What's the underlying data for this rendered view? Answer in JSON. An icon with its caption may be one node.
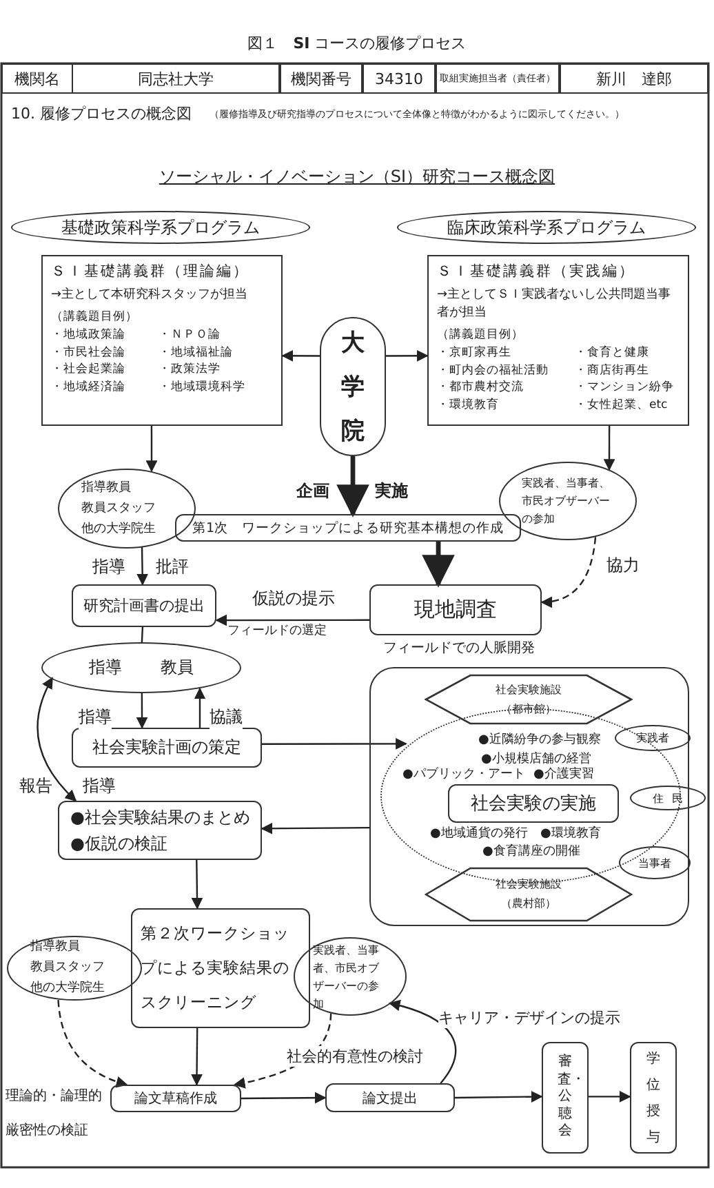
{
  "diagram": {
    "title": "図１　**SI** コースの履修プロセス",
    "nodes": [
      {
        "text": [
          "基礎政策科学系プログラム"
        ]
      },
      {
        "text": [
          "臨床政策科学系プログラム"
        ]
      },
      {
        "text": [
          "ＳＩ基礎講義群（理論編）",
          "→主として本研究科スタッフが担当",
          "（講義題目例）",
          "・地域政策論",
          "・ＮＰＯ論",
          "・市民社会論",
          "・地域福祉論",
          "・社会起業論",
          "・政策法学",
          "・地域経済論",
          "・地域環境科学"
        ]
      },
      {
        "text": [
          "ＳＩ基礎講義群（実践編）",
          "→主としてＳＩ実践者ないし公共問題当事者が担当",
          "（講義題目例）",
          "・京町家再生",
          "・食育と健康",
          "・町内会の福祉活動",
          "・商店街再生",
          "・都市農村交流",
          "・マンション紛争",
          "・環境教育",
          "・女性起業、etc"
        ]
      },
      {
        "text": [
          "大学院"
        ]
      },
      {
        "text": [
          "指導教員",
          "教員スタッフ",
          "他の大学院生"
        ]
      },
      {
        "text": [
          "実践者、当事者、市民オブザーバーの参加"
        ]
      },
      {
        "text": [
          "第1次　ワークショップによる研究基本構想の作成"
        ]
      },
      {
        "text": [
          "現地調査"
        ],
        "beside": [
          "フィールドでの人脈開発"
        ]
      },
      {
        "text": [
          "研究計画書の提出"
        ]
      },
      {
        "text": [
          "指導",
          "教員"
        ]
      },
      {
        "text": [
          "社会実験計画の策定"
        ]
      },
      {
        "text": [],
        "shape": "box"
      },
      {
        "text": [
          "●近隣紛争の参与観察",
          "●小規模店舗の経営",
          "●パブリック・アート",
          "●介護実習",
          "●地域通貨の発行",
          "●環境教育",
          "●食育講座の開催"
        ],
        "in": 12
      },
      {
        "text": [
          "社会実験施設",
          "（都市館）"
        ],
        "in": 12
      },
      {
        "text": [
          "社会実験の実施"
        ],
        "in": 13
      },
      {
        "text": [
          "実践者"
        ],
        "in": 12
      },
      {
        "text": [
          "住民"
        ]
      },
      {
        "text": [
          "当事者"
        ],
        "in": 12
      },
      {
        "text": [
          "社会実験施設",
          "（農村部）"
        ],
        "in": 12
      },
      {
        "text": [
          "●社会実験結果のまとめ",
          "●仮説の検証"
        ]
      },
      {
        "text": [
          "第２次ワークショップによる実験結果のスクリーニング"
        ]
      },
      {
        "text": [
          "指導教員",
          "教員スタッフ",
          "他の大学院生"
        ]
      },
      {
        "text": [
          "実践者、当事者、市民オブザーバーの参加"
        ]
      },
      {
        "text": [
          "論文草稿作成"
        ]
      },
      {
        "text": [
          "論文提出"
        ]
      },
      {
        "text": [
          "審査・公聴会"
        ]
      },
      {
        "text": [
          "学位授与"
        ]
      }
    ],
    "edges": [
      {
        "from": 4,
        "to": 2,
        "arrow": "to"
      },
      {
        "from": 4,
        "to": 3,
        "arrow": "to"
      },
      {
        "from": 2,
        "to": 5,
        "arrow": "to"
      },
      {
        "from": 3,
        "to": 6,
        "arrow": "to"
      },
      {
        "from": 4,
        "to": 7,
        "arrow": "to",
        "style": "thick"
      },
      {
        "from": 7,
        "to": 8,
        "arrow": "to",
        "style": "thick"
      },
      {
        "from": 6,
        "to": 8,
        "arrow": "to",
        "style": "dashed",
        "label": "協力"
      },
      {
        "from": 8,
        "to": 9,
        "arrow": "to",
        "label": "仮説の提示"
      },
      {
        "from": 5,
        "to": 9,
        "arrow": "to"
      },
      {
        "from": 9,
        "to": 10,
        "arrow": "none"
      },
      {
        "from": 10,
        "to": 11,
        "arrow": "to",
        "label": "指導"
      },
      {
        "from": 11,
        "to": 10,
        "arrow": "to",
        "label": "協議"
      },
      {
        "from": 11,
        "to": 13,
        "arrow": "to"
      },
      {
        "from": 12,
        "to": 20,
        "arrow": "to"
      },
      {
        "from": 10,
        "to": 20,
        "arrow": "both",
        "label": "報告"
      },
      {
        "from": 20,
        "to": 21,
        "arrow": "to"
      },
      {
        "from": 21,
        "to": 24,
        "arrow": "to"
      },
      {
        "from": 22,
        "to": 24,
        "arrow": "to",
        "style": "dashed"
      },
      {
        "from": 23,
        "to": 24,
        "arrow": "to",
        "style": "dashed",
        "label": "社会的有意性の検討"
      },
      {
        "from": 24,
        "to": 25,
        "arrow": "to"
      },
      {
        "from": 25,
        "to": 26,
        "arrow": "to"
      },
      {
        "from": 26,
        "to": 27,
        "arrow": "to"
      },
      {
        "from": 25,
        "to": 23,
        "arrow": "to",
        "label": "キャリア・デザインの提示"
      }
    ],
    "labels": [
      "機関名",
      "同志社大学",
      "機関番号",
      "34310",
      "取組実施担当者（責任者）",
      "新川　達郎",
      "10. 履修プロセスの概念図",
      "（履修指導及び研究指導のプロセスについて全体像と特徴がわかるように図示してください。）",
      "ソーシャル・イノベーション（SI）研究コース概念図",
      "企画",
      "実施",
      "指導",
      "批評",
      "フィールドの選定",
      "指導",
      "理論的・論理的厳密性の検証"
    ]
  }
}
